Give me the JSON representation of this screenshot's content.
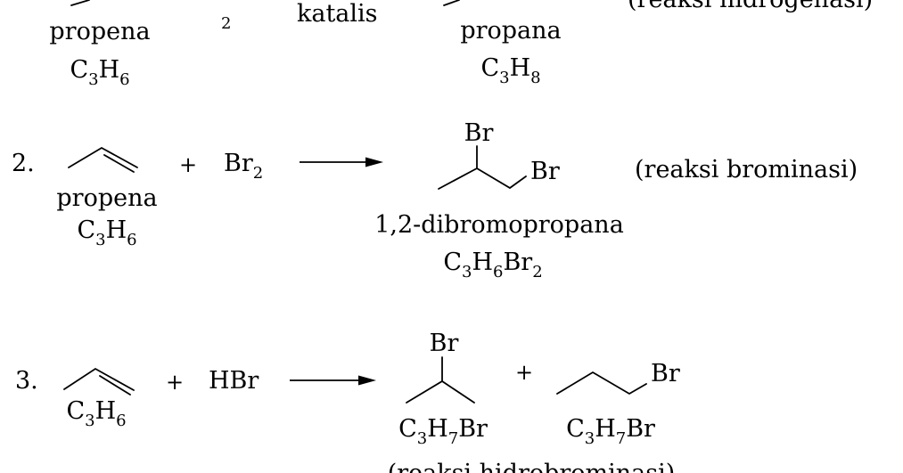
{
  "reaction1": {
    "reactant_name": "propena",
    "reactant_formula": {
      "c": "C",
      "c_n": "3",
      "h": "H",
      "h_n": "6"
    },
    "reagent_subscript": "2",
    "catalyst": "katalis",
    "product_name": "propana",
    "product_formula": {
      "c": "C",
      "c_n": "3",
      "h": "H",
      "h_n": "8"
    },
    "type_label": "(reaksi hidrogenasi)"
  },
  "reaction2": {
    "number": "2.",
    "reactant_name": "propena",
    "reactant_formula": {
      "c": "C",
      "c_n": "3",
      "h": "H",
      "h_n": "6"
    },
    "plus": "+",
    "reagent": {
      "symbol": "Br",
      "n": "2"
    },
    "product_br_top": "Br",
    "product_br_right": "Br",
    "product_name": "1,2-dibromopropana",
    "product_formula": {
      "c": "C",
      "c_n": "3",
      "h": "H",
      "h_n": "6",
      "br": "Br",
      "br_n": "2"
    },
    "type_label": "(reaksi brominasi)"
  },
  "reaction3": {
    "number": "3.",
    "reactant_formula": {
      "c": "C",
      "c_n": "3",
      "h": "H",
      "h_n": "6"
    },
    "plus": "+",
    "reagent": "HBr",
    "product1_br_top": "Br",
    "product1_formula": {
      "c": "C",
      "c_n": "3",
      "h": "H",
      "h_n": "7",
      "br": "Br"
    },
    "product_plus": "+",
    "product2_br": "Br",
    "product2_formula": {
      "c": "C",
      "c_n": "3",
      "h": "H",
      "h_n": "7",
      "br": "Br"
    },
    "type_label": "(reaksi hidrobrominasi)"
  }
}
